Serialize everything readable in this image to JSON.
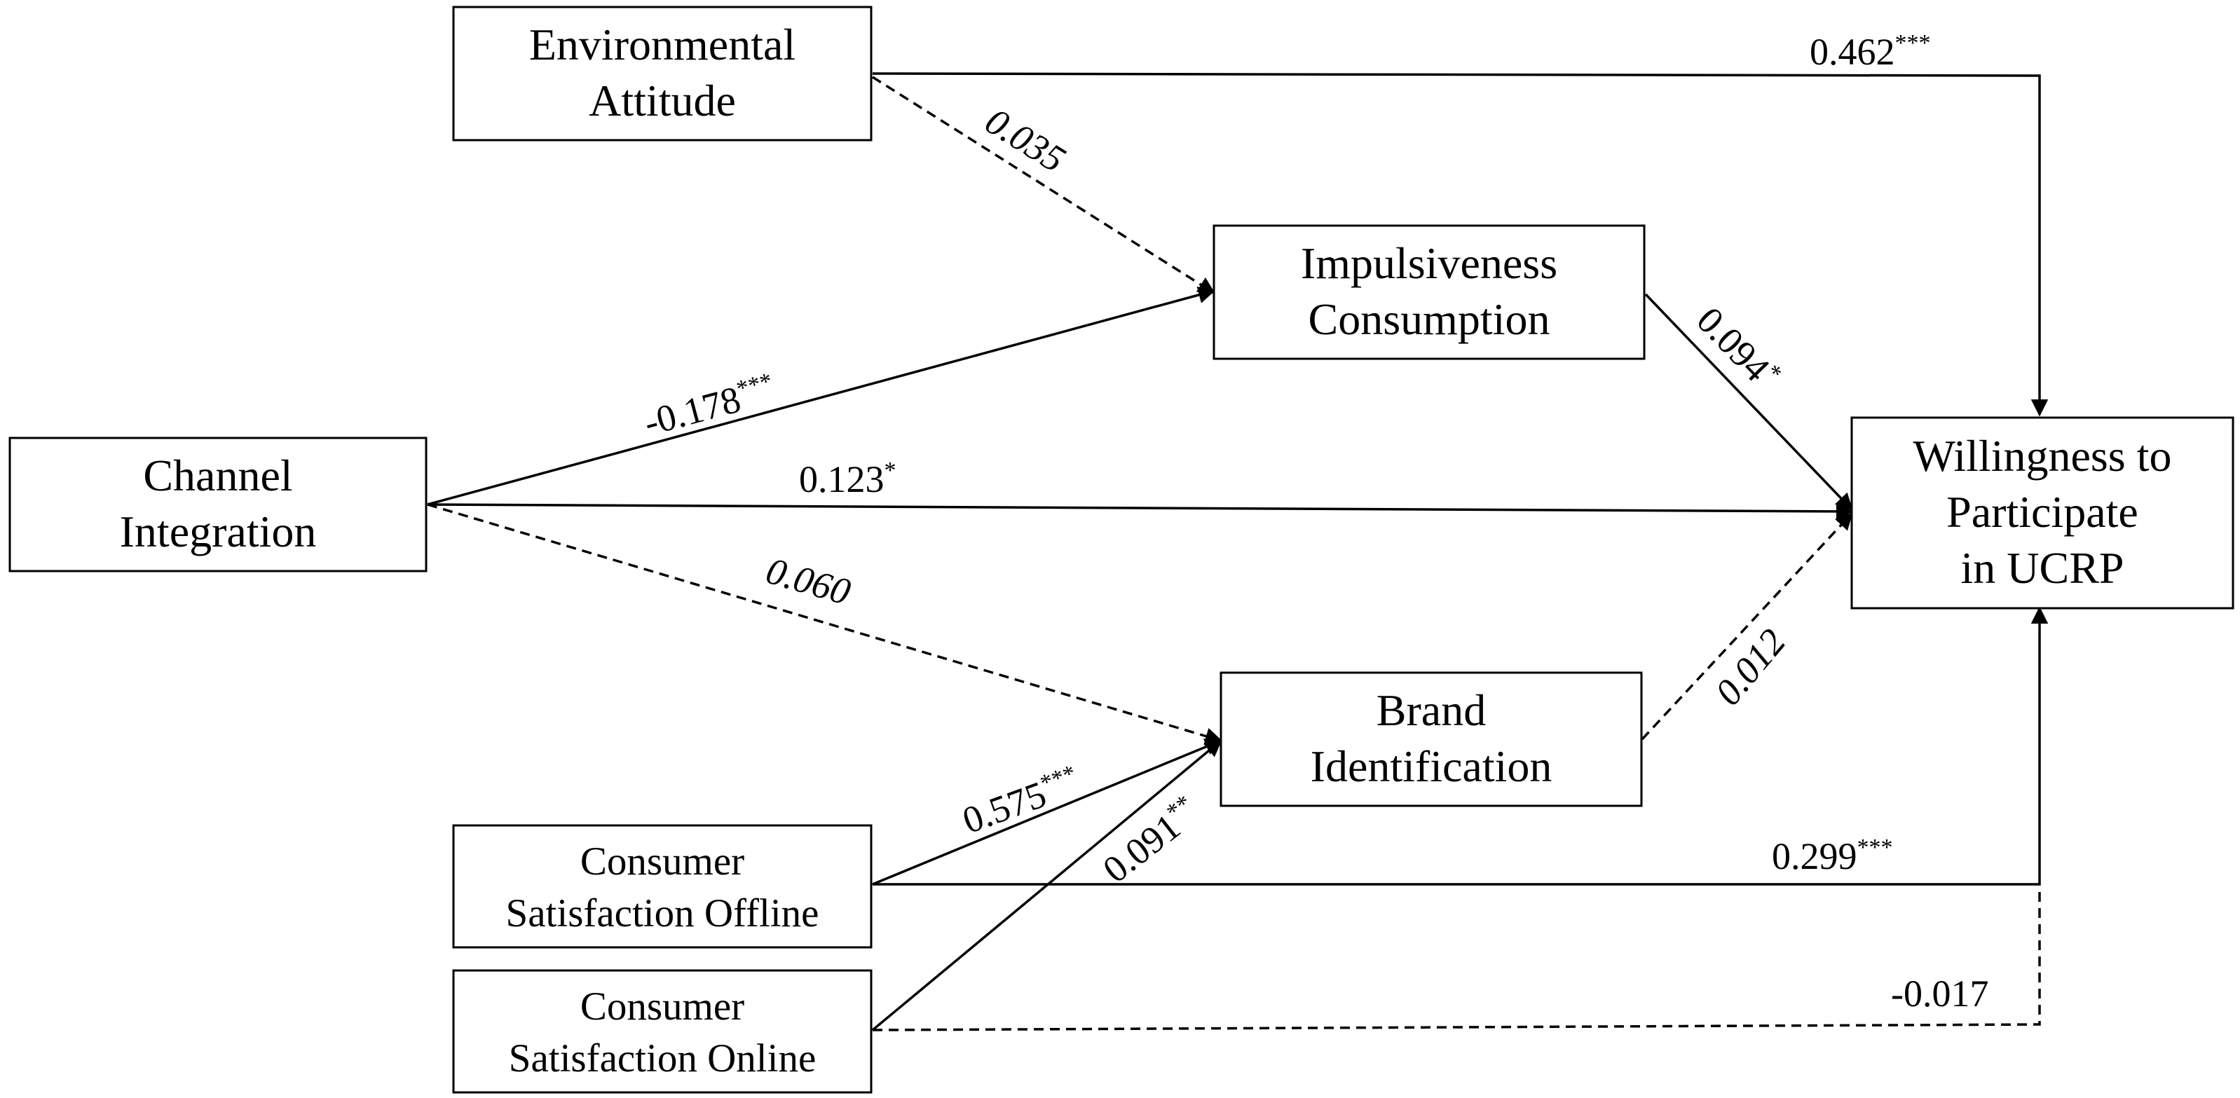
{
  "nodes": {
    "environmental_attitude": [
      "Environmental",
      "Attitude"
    ],
    "impulsiveness_consumption": [
      "Impulsiveness",
      "Consumption"
    ],
    "channel_integration": [
      "Channel",
      "Integration"
    ],
    "willingness": [
      "Willingness to",
      "Participate",
      "in UCRP"
    ],
    "brand_identification": [
      "Brand",
      "Identification"
    ],
    "satisfaction_offline": [
      "Consumer",
      "Satisfaction Offline"
    ],
    "satisfaction_online": [
      "Consumer",
      "Satisfaction Online"
    ]
  },
  "paths": {
    "ea_to_willingness": {
      "value": "0.462",
      "sig": "***"
    },
    "ea_to_impulsiveness": {
      "value": "0.035",
      "sig": ""
    },
    "ci_to_impulsiveness": {
      "value": "-0.178",
      "sig": "***"
    },
    "ci_to_willingness": {
      "value": "0.123",
      "sig": "*"
    },
    "impulsiveness_to_willingness": {
      "value": "0.094",
      "sig": "*"
    },
    "ci_to_brand": {
      "value": "0.060",
      "sig": ""
    },
    "brand_to_willingness": {
      "value": "0.012",
      "sig": ""
    },
    "offline_to_brand": {
      "value": "0.575",
      "sig": "***"
    },
    "online_to_brand": {
      "value": "0.091",
      "sig": "**"
    },
    "offline_to_willingness": {
      "value": "0.299",
      "sig": "***"
    },
    "online_to_willingness": {
      "value": "-0.017",
      "sig": ""
    }
  },
  "colors": {
    "ink": "#000000",
    "background": "#ffffff"
  }
}
